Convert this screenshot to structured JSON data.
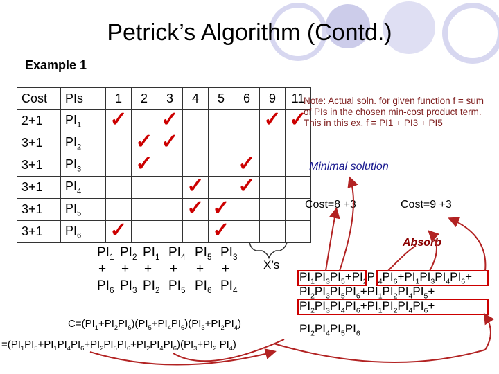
{
  "title": "Petrick’s Algorithm (Contd.)",
  "example_label": "Example 1",
  "table": {
    "headers": [
      "Cost",
      "PIs",
      "1",
      "2",
      "3",
      "4",
      "5",
      "6",
      "9",
      "11"
    ],
    "rows": [
      {
        "cost": "2+1",
        "pi": "PI",
        "sub": "1",
        "checks": [
          true,
          false,
          true,
          false,
          false,
          false,
          true,
          true
        ]
      },
      {
        "cost": "3+1",
        "pi": "PI",
        "sub": "2",
        "checks": [
          false,
          true,
          true,
          false,
          false,
          false,
          false,
          false
        ]
      },
      {
        "cost": "3+1",
        "pi": "PI",
        "sub": "3",
        "checks": [
          false,
          true,
          false,
          false,
          false,
          true,
          false,
          false
        ]
      },
      {
        "cost": "3+1",
        "pi": "PI",
        "sub": "4",
        "checks": [
          false,
          false,
          false,
          true,
          false,
          true,
          false,
          false
        ]
      },
      {
        "cost": "3+1",
        "pi": "PI",
        "sub": "5",
        "checks": [
          false,
          false,
          false,
          true,
          true,
          false,
          false,
          false
        ]
      },
      {
        "cost": "3+1",
        "pi": "PI",
        "sub": "6",
        "checks": [
          true,
          false,
          false,
          false,
          true,
          false,
          false,
          false
        ]
      }
    ],
    "check_glyph": "✓"
  },
  "note": "Note: Actual soln. for given function f = sum of PIs in the chosen min-cost product term. This in this ex, f = PI1 + PI3 + PI5",
  "minimal_solution": "Minimal solution",
  "cost_a": "Cost=8 +3",
  "cost_b": "Cost=9 +3",
  "absorb": "Absorb",
  "x_label": "X’s",
  "pi_pairs": {
    "row1": [
      "PI",
      "1",
      "PI",
      "2",
      "PI",
      "1",
      "PI",
      "4",
      "PI",
      "5",
      "PI",
      "3"
    ],
    "plus": "+",
    "row3": [
      "PI",
      "6",
      "PI",
      "3",
      "PI",
      "2",
      "PI",
      "5",
      "PI",
      "6",
      "PI",
      "4"
    ]
  },
  "c_expression": "C=(PI1+PI2PI6)(PI5+PI4PI6)(PI3+PI2PI4)",
  "c_expansion": "=(PI1PI5+PI1PI4PI6+PI2PI5PI6+PI2PI4PI6)(PI3+PI2 PI4)",
  "product_lines": [
    "PI1PI3PI5+PI2PI4PI6+PI1PI3PI4PI6+",
    "PI2PI3PI5PI6+PI1PI2PI4PI5+",
    "PI2PI3PI4PI6+PI1PI2PI4PI6+",
    "PI2PI4PI5PI6"
  ],
  "colors": {
    "check": "#cc0000",
    "note": "#7f1f1f",
    "minimal": "#1a1a8f",
    "arrow": "#b22222",
    "deco": "#d3d3ee"
  }
}
